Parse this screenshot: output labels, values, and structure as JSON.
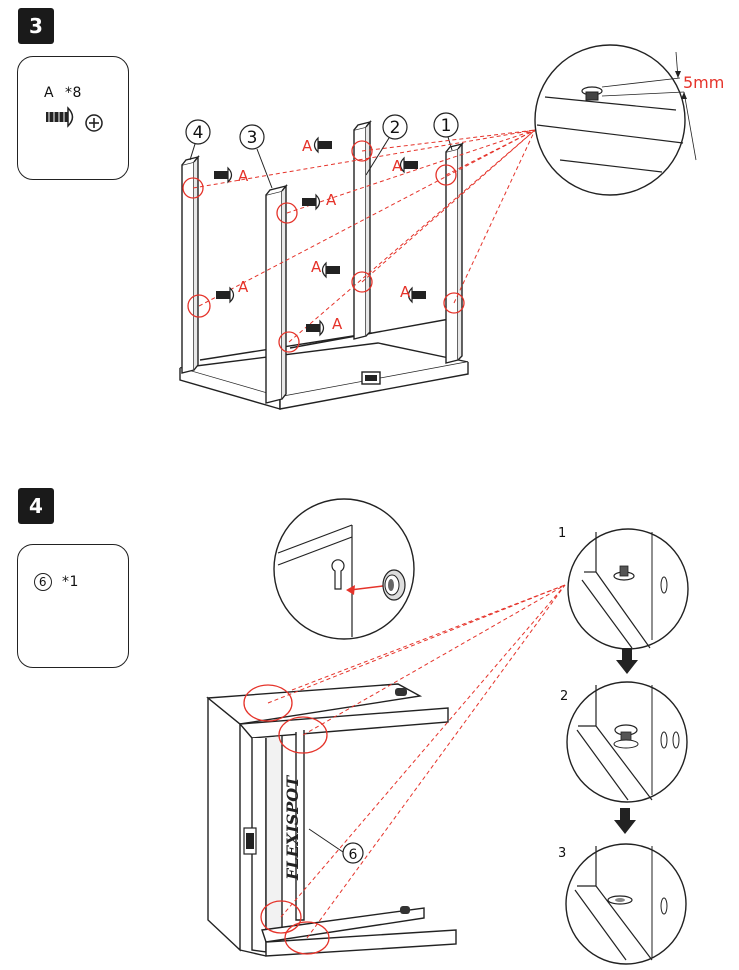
{
  "step3": {
    "badge": "3",
    "parts_box": {
      "part": "A",
      "qty": "*8"
    },
    "callouts": [
      "A",
      "A",
      "A",
      "A",
      "A",
      "A",
      "A",
      "A"
    ],
    "leg_numbers": [
      "4",
      "3",
      "2",
      "1"
    ],
    "detail_measure": "5mm"
  },
  "step4": {
    "badge": "4",
    "parts_box": {
      "part": "6",
      "qty": "*1"
    },
    "part_callout": "6",
    "logo_text": "FLEXISPOT",
    "sequence_numbers": [
      "1",
      "2",
      "3"
    ]
  },
  "colors": {
    "accent": "#e5332a",
    "ink": "#1a1a1a"
  },
  "icons": [
    "screw-icon",
    "screwdriver-head-icon",
    "arrow-down-icon",
    "arrow-left-icon",
    "tray-icon"
  ]
}
